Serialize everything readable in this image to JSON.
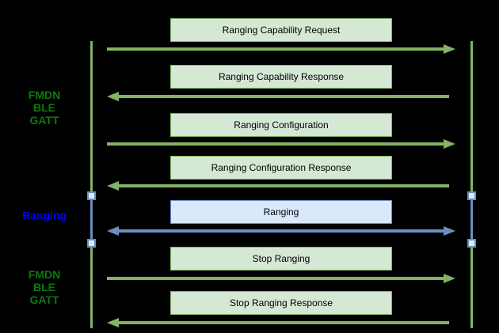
{
  "colors": {
    "background": "#000000",
    "green_fill": "#d5e8d4",
    "green_stroke": "#82b366",
    "blue_fill": "#dae8fc",
    "blue_stroke": "#6c8ebf",
    "section_green_text": "#0b7a0b",
    "section_blue_text": "#0000ff",
    "message_text": "#000000"
  },
  "sections": [
    {
      "lines": [
        "FMDN",
        "BLE",
        "GATT"
      ],
      "color": "green"
    },
    {
      "lines": [
        "Ranging"
      ],
      "color": "blue"
    },
    {
      "lines": [
        "FMDN",
        "BLE",
        "GATT"
      ],
      "color": "green"
    }
  ],
  "messages": [
    {
      "label": "Ranging Capability Request",
      "direction": "right",
      "style": "green"
    },
    {
      "label": "Ranging Capability Response",
      "direction": "left",
      "style": "green"
    },
    {
      "label": "Ranging Configuration",
      "direction": "right",
      "style": "green"
    },
    {
      "label": "Ranging Configuration Response",
      "direction": "left",
      "style": "green"
    },
    {
      "label": "Ranging",
      "direction": "both",
      "style": "blue"
    },
    {
      "label": "Stop Ranging",
      "direction": "right",
      "style": "green"
    },
    {
      "label": "Stop Ranging Response",
      "direction": "left",
      "style": "green"
    }
  ]
}
